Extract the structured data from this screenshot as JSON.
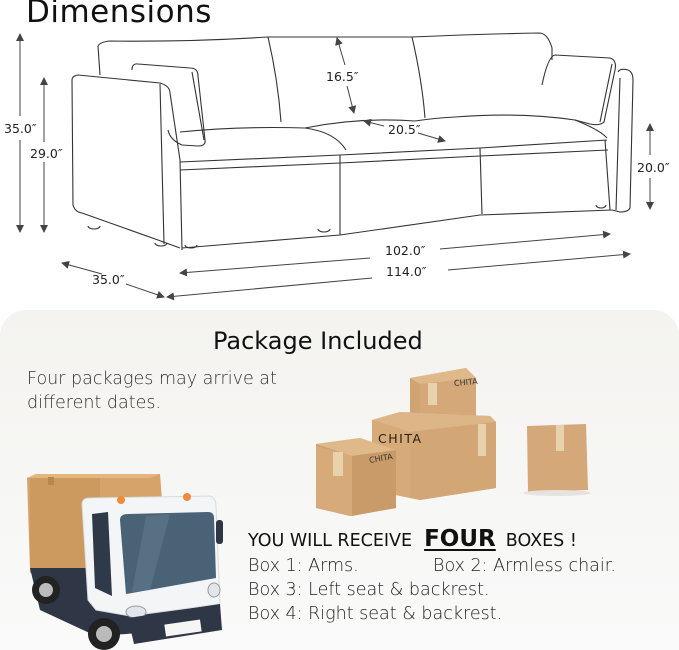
{
  "dimensions": {
    "title": "Dimensions",
    "labels": {
      "total_height": "35.0″",
      "arm_height": "29.0″",
      "back_cushion_height": "16.5″",
      "seat_depth": "20.5″",
      "seat_height": "20.0″",
      "depth": "35.0″",
      "inner_width": "102.0″",
      "total_width": "114.0″"
    }
  },
  "package": {
    "title": "Package Included",
    "note_line1": "Four packages may arrive at",
    "note_line2": "different dates.",
    "box_brand": "CHITA",
    "receive_prefix": "YOU WILL RECEIVE",
    "receive_count": "FOUR",
    "receive_suffix": "BOXES !",
    "boxes": [
      "Box 1: Arms.",
      "Box 2: Armless chair.",
      "Box 3: Left seat & backrest.",
      "Box 4: Right seat & backrest."
    ]
  },
  "colors": {
    "cardboard": "#d4a878",
    "cardboard_dark": "#c29463",
    "tape": "#e6cfa8",
    "truck_white": "#f2f4f6",
    "truck_chassis": "#2f3645",
    "window": "#4a6275",
    "panel_bg": "#f5f4f1"
  }
}
